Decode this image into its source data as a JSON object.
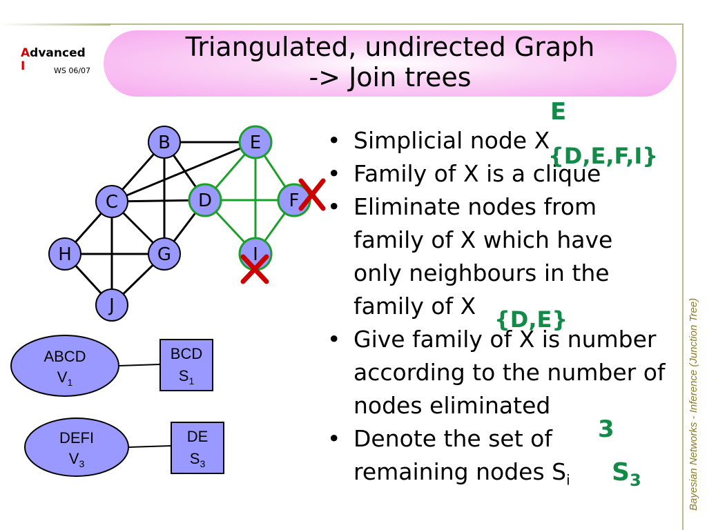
{
  "header": {
    "logo_first_letter": "A",
    "logo_rest": "dvanced",
    "logo_second_line": "I",
    "semester": "WS 06/07",
    "title_line1": "Triangulated, undirected Graph",
    "title_line2": "-> Join trees"
  },
  "sidebar": {
    "label": "Bayesian Networks  - Inference (Junction Tree)"
  },
  "graph": {
    "nodes": [
      "B",
      "E",
      "C",
      "D",
      "F",
      "H",
      "G",
      "I",
      "J"
    ],
    "marked_nodes": [
      "F",
      "I"
    ]
  },
  "join_tree": {
    "cliques": [
      {
        "name": "ABCD",
        "sub": "V",
        "index": "1"
      },
      {
        "name": "DEFI",
        "sub": "V",
        "index": "3"
      }
    ],
    "separators": [
      {
        "name": "BCD",
        "sub": "S",
        "index": "1"
      },
      {
        "name": "DE",
        "sub": "S",
        "index": "3"
      }
    ]
  },
  "bullets": [
    "Simplicial node X",
    "Family of X is a clique",
    "Eliminate nodes from family of X which have only neighbours in the family of X",
    "Give family of X is number according to the number of nodes eliminated",
    "Denote the set of remaining nodes S"
  ],
  "bullet5_subscript": "i",
  "annotations": {
    "simplicial_node": "E",
    "family": "{D,E,F,I}",
    "remaining": "{D,E}",
    "number": "3",
    "set_label": "S",
    "set_index": "3"
  },
  "colors": {
    "node_fill": "#9999ff",
    "clique_edge": "#1aa02a",
    "cross": "#cc0000",
    "annotation": "#138a48",
    "title_bg": "#f6a9ef"
  }
}
